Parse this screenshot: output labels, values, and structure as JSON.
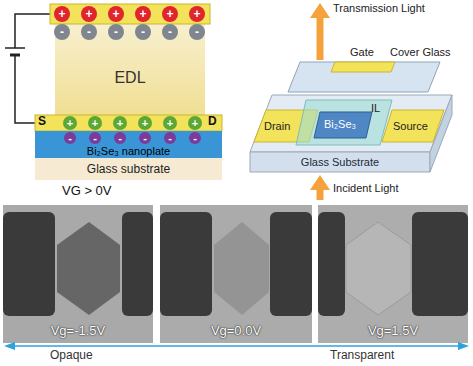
{
  "diagram": {
    "nodes": [
      {
        "text": [
          "EDL"
        ]
      },
      {
        "text": [
          "Bi₂Se₃ nanoplate"
        ]
      },
      {
        "text": [
          "Glass substrate"
        ]
      },
      {
        "text": [
          "Glass Substrate"
        ]
      },
      {
        "text": [
          "Vg=-1.5V"
        ]
      },
      {
        "text": [
          "Vg=0.0V"
        ]
      },
      {
        "text": [
          "Vg=1.5V"
        ]
      }
    ],
    "labels": [
      "+",
      "+",
      "+",
      "+",
      "+",
      "+",
      "-",
      "-",
      "-",
      "-",
      "-",
      "-",
      "S",
      "+",
      "+",
      "+",
      "+",
      "+",
      "+",
      "D",
      "-",
      "-",
      "-",
      "-",
      "-",
      "-",
      "VG > 0V",
      "Transmission Light",
      "Gate",
      "Cover Glass",
      "Drain",
      "IL",
      "Bi₂Se₃",
      "Source",
      "Incident Light",
      "Opaque",
      "Transparent"
    ]
  }
}
